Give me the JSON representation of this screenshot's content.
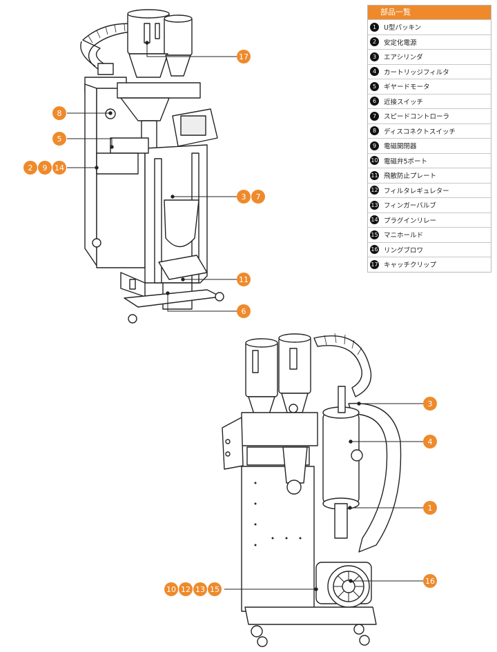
{
  "legend": {
    "title": "部品一覧",
    "items": [
      {
        "num": "1",
        "label": "U型パッキン"
      },
      {
        "num": "2",
        "label": "安定化電源"
      },
      {
        "num": "3",
        "label": "エアシリンダ"
      },
      {
        "num": "4",
        "label": "カートリッジフィルタ"
      },
      {
        "num": "5",
        "label": "ギヤードモータ"
      },
      {
        "num": "6",
        "label": "近接スイッチ"
      },
      {
        "num": "7",
        "label": "スピードコントローラ"
      },
      {
        "num": "8",
        "label": "ディスコネクトスイッチ"
      },
      {
        "num": "9",
        "label": "電磁開閉器"
      },
      {
        "num": "10",
        "label": "電磁弁5ポート"
      },
      {
        "num": "11",
        "label": "飛散防止プレート"
      },
      {
        "num": "12",
        "label": "フィルタレギュレター"
      },
      {
        "num": "13",
        "label": "フィンガーバルブ"
      },
      {
        "num": "14",
        "label": "プラグインリレー"
      },
      {
        "num": "15",
        "label": "マニホールド"
      },
      {
        "num": "16",
        "label": "リングブロワ"
      },
      {
        "num": "17",
        "label": "キャッチクリップ"
      }
    ]
  },
  "callouts": {
    "front": [
      {
        "nums": [
          "17"
        ]
      },
      {
        "nums": [
          "8"
        ]
      },
      {
        "nums": [
          "5"
        ]
      },
      {
        "nums": [
          "2",
          "9",
          "14"
        ]
      },
      {
        "nums": [
          "3",
          "7"
        ]
      },
      {
        "nums": [
          "11"
        ]
      },
      {
        "nums": [
          "6"
        ]
      }
    ],
    "rear": [
      {
        "nums": [
          "3"
        ]
      },
      {
        "nums": [
          "4"
        ]
      },
      {
        "nums": [
          "1"
        ]
      },
      {
        "nums": [
          "16"
        ]
      },
      {
        "nums": [
          "10",
          "12",
          "13",
          "15"
        ]
      }
    ]
  },
  "colors": {
    "accent": "#ee8a2c",
    "line_art": "#222222"
  }
}
